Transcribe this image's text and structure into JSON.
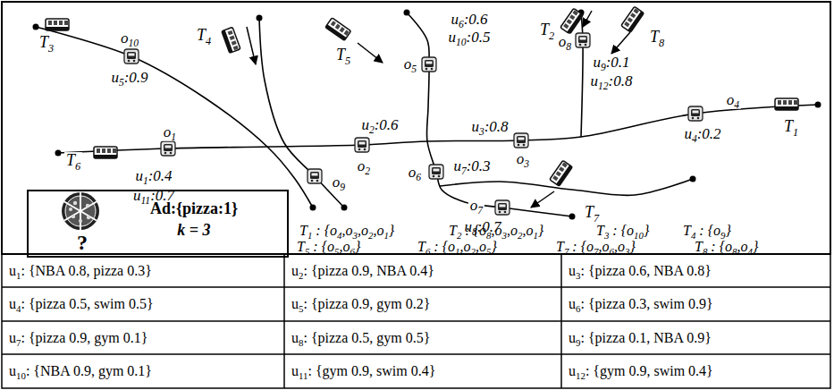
{
  "diagram": {
    "nodes": [
      {
        "text": [
          "Ad:{pizza:1}",
          "k = 3",
          "?"
        ]
      }
    ],
    "labels": [
      "T3",
      "T4",
      "T5",
      "T2",
      "T8",
      "T6",
      "T1",
      "T7",
      "o10",
      "u5:0.9",
      "o1",
      "u1:0.4",
      "u11:0.7",
      "u2:0.6",
      "o2",
      "o9",
      "o5",
      "u6:0.6",
      "u10:0.5",
      "u3:0.8",
      "o3",
      "o6",
      "u7:0.3",
      "o7",
      "u8:0.7",
      "o8",
      "u9:0.1",
      "u12:0.8",
      "o4",
      "u4:0.2",
      "T1 : {o4,o3,o2,o1}",
      "T2 : {o8,o3,o2,o1}",
      "T3 : {o10}",
      "T4 : {o9}",
      "T5 : {o5,o6}",
      "T6 : {o1,o2,o5}",
      "T7 : {o7,o6,o3}",
      "T8 : {o8,o4}",
      "u1: {NBA 0.8, pizza 0.3}",
      "u2: {pizza 0.9, NBA 0.4}",
      "u3: {pizza 0.6, NBA 0.8}",
      "u4: {pizza 0.5, swim 0.5}",
      "u5: {pizza 0.9, gym 0.2}",
      "u6: {pizza 0.3, swim 0.9}",
      "u7: {pizza 0.9, gym 0.1}",
      "u8: {pizza 0.5, gym 0.5}",
      "u9: {pizza 0.1, NBA 0.9}",
      "u10: {NBA 0.9, gym 0.1}",
      "u11: {gym 0.9, swim 0.4}",
      "u12: {gym 0.9, swim 0.4}"
    ]
  }
}
